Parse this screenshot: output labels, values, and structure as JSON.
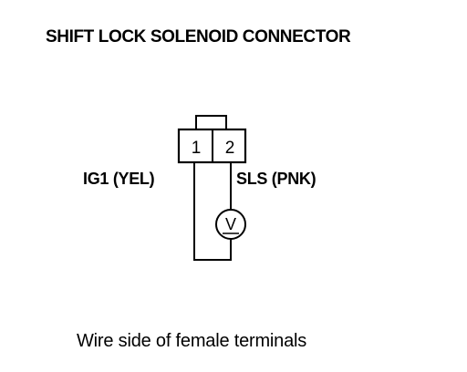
{
  "title": "SHIFT LOCK SOLENOID CONNECTOR",
  "connector": {
    "terminals": [
      "1",
      "2"
    ]
  },
  "wires": {
    "left_label": "IG1 (YEL)",
    "right_label": "SLS (PNK)"
  },
  "meter": {
    "symbol": "V"
  },
  "caption": "Wire side of female terminals",
  "colors": {
    "line": "#000000",
    "background": "#ffffff"
  }
}
